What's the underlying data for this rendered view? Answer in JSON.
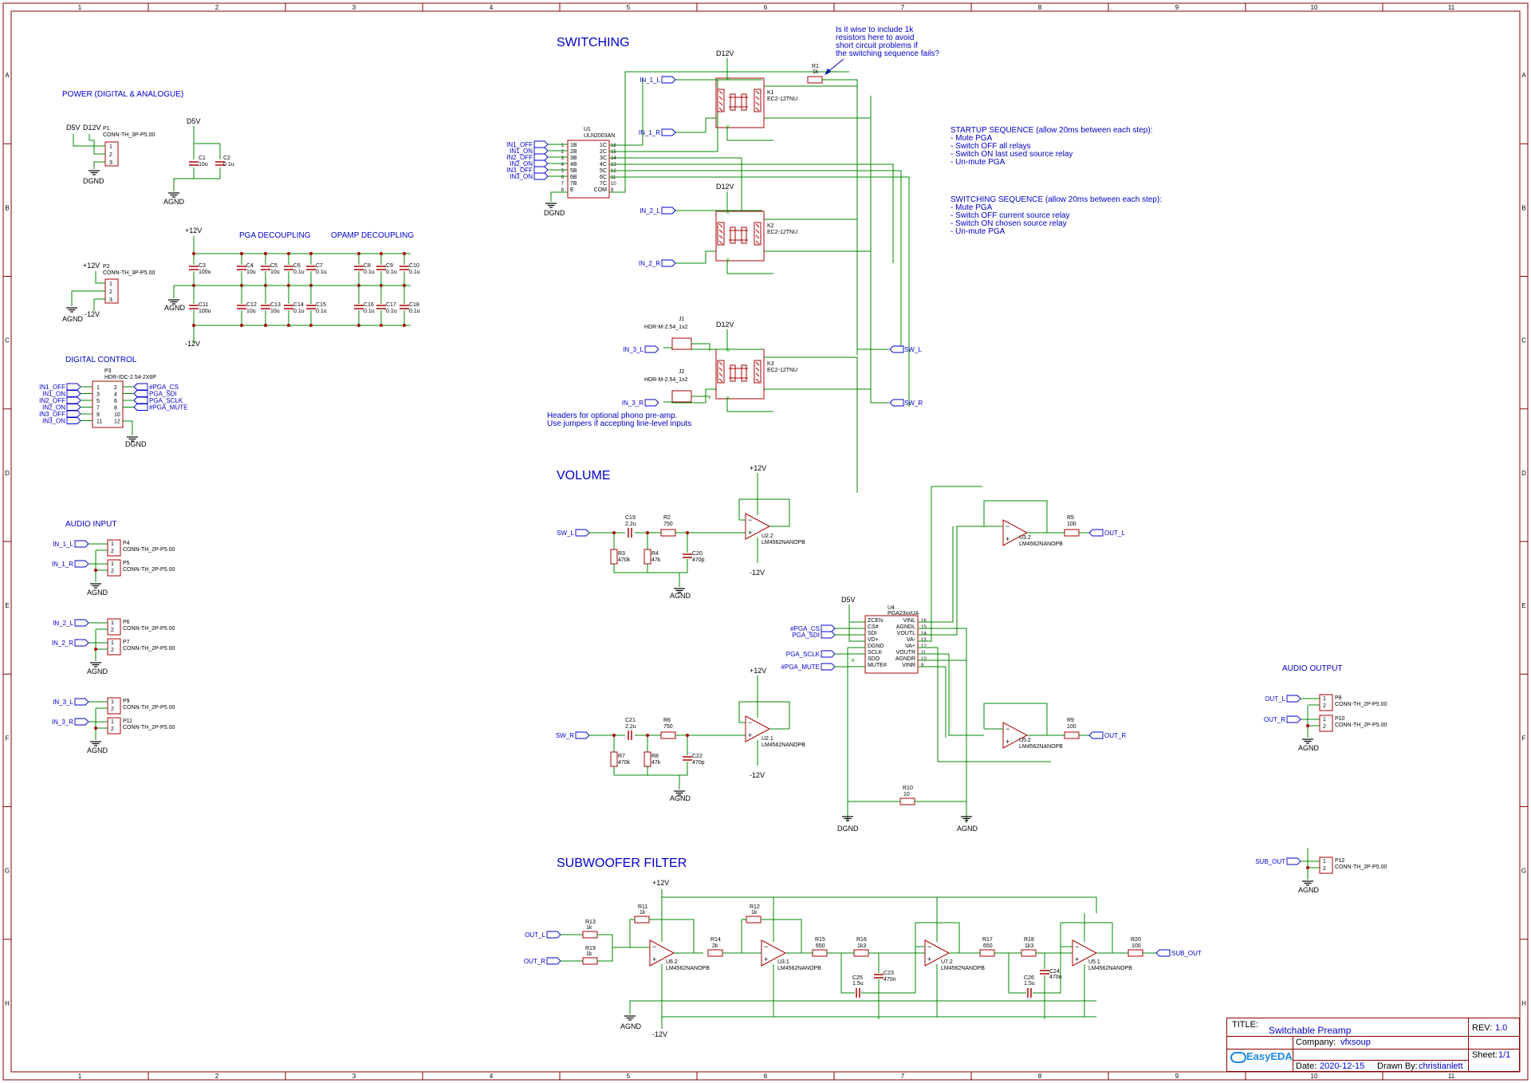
{
  "frame": {
    "columns": [
      "1",
      "2",
      "3",
      "4",
      "5",
      "6",
      "7",
      "8",
      "9",
      "10",
      "11"
    ],
    "rows": [
      "A",
      "B",
      "C",
      "D",
      "E",
      "F",
      "G",
      "H"
    ]
  },
  "colors": {
    "frame": "#8b0000",
    "wire": "#008800",
    "heading": "#0000cc",
    "label": "#0000cc",
    "part": "#aa0000",
    "ground": "#000000"
  },
  "sections": {
    "switching": "SWITCHING",
    "power": "POWER (DIGITAL & ANALOGUE)",
    "pga_decoupling": "PGA DECOUPLING",
    "opamp_decoupling": "OPAMP DECOUPLING",
    "digital_control": "DIGITAL CONTROL",
    "audio_input": "AUDIO INPUT",
    "volume": "VOLUME",
    "subwoofer_filter": "SUBWOOFER FILTER",
    "audio_output": "AUDIO OUTPUT"
  },
  "notes": {
    "question": [
      "Is it wise to include 1k",
      "resistors here to avoid",
      "short circuit problems if",
      "the switching sequence fails?"
    ],
    "startup": [
      "STARTUP SEQUENCE (allow 20ms between each step):",
      "- Mute PGA",
      "- Switch OFF all relays",
      "- Switch ON last used source relay",
      "- Un-mute PGA"
    ],
    "switching_seq": [
      "SWITCHING SEQUENCE (allow 20ms between each step):",
      "- Mute PGA",
      "- Switch OFF current source relay",
      "- Switch ON chosen source relay",
      "- Un-mute PGA"
    ],
    "headers": [
      "Headers for optional phono pre-amp.",
      "Use jumpers if accepting line-level inputs"
    ]
  },
  "power_nets": {
    "d12v": "D12V",
    "d5v": "D5V",
    "p12v": "+12V",
    "m12v": "-12V",
    "dgnd": "DGND",
    "agnd": "AGND"
  },
  "net_labels": {
    "in1l": "IN_1_L",
    "in1r": "IN_1_R",
    "in2l": "IN_2_L",
    "in2r": "IN_2_R",
    "in3l": "IN_3_L",
    "in3r": "IN_3_R",
    "in1off": "IN1_OFF",
    "in1on": "IN1_ON",
    "in2off": "IN2_OFF",
    "in2on": "IN2_ON",
    "in3off": "IN3_OFF",
    "in3on": "IN3_ON",
    "swl": "SW_L",
    "swr": "SW_R",
    "pgacs": "#PGA_CS",
    "pgasdi": "PGA_SDI",
    "pgasclk": "PGA_SCLK",
    "pgamute": "#PGA_MUTE",
    "outl": "OUT_L",
    "outr": "OUT_R",
    "subout": "SUB_OUT"
  },
  "connectors": {
    "p1": {
      "ref": "P1",
      "value": "CONN-TH_3P-P5.00"
    },
    "p2": {
      "ref": "P2",
      "value": "CONN-TH_3P-P5.00"
    },
    "p3": {
      "ref": "P3",
      "value": "HDR-IDC-2.54-2X6P"
    },
    "p4": {
      "ref": "P4",
      "value": "CONN-TH_2P-P5.00"
    },
    "p5": {
      "ref": "P5",
      "value": "CONN-TH_2P-P5.00"
    },
    "p6": {
      "ref": "P6",
      "value": "CONN-TH_2P-P5.00"
    },
    "p7": {
      "ref": "P7",
      "value": "CONN-TH_2P-P5.00"
    },
    "p9": {
      "ref": "P9",
      "value": "CONN-TH_2P-P5.00"
    },
    "p11": {
      "ref": "P11",
      "value": "CONN-TH_2P-P5.00"
    },
    "p8": {
      "ref": "P8",
      "value": "CONN-TH_2P-P5.00"
    },
    "p10": {
      "ref": "P10",
      "value": "CONN-TH_2P-P5.00"
    },
    "p12": {
      "ref": "P12",
      "value": "CONN-TH_2P-P5.00"
    },
    "j1": {
      "ref": "J1",
      "value": "HDR-M-2.54_1x2"
    },
    "j2": {
      "ref": "J2",
      "value": "HDR-M-2.54_1x2"
    }
  },
  "ics": {
    "u1": {
      "ref": "U1",
      "value": "ULN2003AN",
      "left_pins": [
        "1B",
        "2B",
        "3B",
        "4B",
        "5B",
        "6B",
        "7B",
        "E"
      ],
      "right_pins": [
        "1C",
        "2C",
        "3C",
        "4C",
        "5C",
        "6C",
        "7C",
        "COM"
      ],
      "left_nums": [
        "1",
        "2",
        "3",
        "4",
        "5",
        "6",
        "7",
        "8"
      ],
      "right_nums": [
        "16",
        "15",
        "14",
        "13",
        "12",
        "11",
        "10",
        "9"
      ]
    },
    "u4": {
      "ref": "U4",
      "value": "PGA23xxUA",
      "left_pins": [
        "ZCEN",
        "CS#",
        "SDI",
        "VD+",
        "DGND",
        "SCLK",
        "SDO",
        "MUTE#"
      ],
      "right_pins": [
        "VINL",
        "AGNDL",
        "VOUTL",
        "VA-",
        "VA+",
        "VOUTR",
        "AGNDR",
        "VINR"
      ],
      "left_nums": [
        "1",
        "2",
        "3",
        "4",
        "5",
        "6",
        "7",
        "8"
      ],
      "right_nums": [
        "16",
        "15",
        "14",
        "13",
        "12",
        "11",
        "10",
        "9"
      ]
    },
    "k1": {
      "ref": "K1",
      "value": "EC2-12TNU"
    },
    "k2": {
      "ref": "K2",
      "value": "EC2-12TNU"
    },
    "k3": {
      "ref": "K3",
      "value": "EC2-12TNU"
    }
  },
  "opamps": {
    "u22": {
      "ref": "U2.2",
      "value": "LM4562NANOPB"
    },
    "u32": {
      "ref": "U3.2",
      "value": "LM4562NANOPB"
    },
    "u21": {
      "ref": "U2.1",
      "value": "LM4562NANOPB"
    },
    "u52": {
      "ref": "U5.2",
      "value": "LM4562NANOPB"
    },
    "u62": {
      "ref": "U6.2",
      "value": "LM4562NANOPB"
    },
    "u31": {
      "ref": "U3.1",
      "value": "LM4562NANOPB"
    },
    "u72": {
      "ref": "U7.2",
      "value": "LM4562NANOPB"
    },
    "u51": {
      "ref": "U5.1",
      "value": "LM4562NANOPB"
    }
  },
  "passives": {
    "r1": {
      "ref": "R1",
      "value": "1k"
    },
    "c1": {
      "ref": "C1",
      "value": "10u"
    },
    "c2": {
      "ref": "C2",
      "value": "0.1u"
    },
    "c3": {
      "ref": "C3",
      "value": "100u"
    },
    "c4": {
      "ref": "C4",
      "value": "10u"
    },
    "c5": {
      "ref": "C5",
      "value": "10u"
    },
    "c6": {
      "ref": "C6",
      "value": "0.1u"
    },
    "c7": {
      "ref": "C7",
      "value": "0.1u"
    },
    "c8": {
      "ref": "C8",
      "value": "0.1u"
    },
    "c9": {
      "ref": "C9",
      "value": "0.1u"
    },
    "c10": {
      "ref": "C10",
      "value": "0.1u"
    },
    "c11": {
      "ref": "C11",
      "value": "100u"
    },
    "c12": {
      "ref": "C12",
      "value": "10u"
    },
    "c13": {
      "ref": "C13",
      "value": "10u"
    },
    "c14": {
      "ref": "C14",
      "value": "0.1u"
    },
    "c15": {
      "ref": "C15",
      "value": "0.1u"
    },
    "c16": {
      "ref": "C16",
      "value": "0.1u"
    },
    "c17": {
      "ref": "C17",
      "value": "0.1u"
    },
    "c18": {
      "ref": "C18",
      "value": "0.1u"
    },
    "c19": {
      "ref": "C19",
      "value": "2.2u"
    },
    "r2": {
      "ref": "R2",
      "value": "750"
    },
    "r3": {
      "ref": "R3",
      "value": "470k"
    },
    "r4": {
      "ref": "R4",
      "value": "47k"
    },
    "c20": {
      "ref": "C20",
      "value": "470p"
    },
    "r5": {
      "ref": "R5",
      "value": "100"
    },
    "c21": {
      "ref": "C21",
      "value": "2.2u"
    },
    "r6": {
      "ref": "R6",
      "value": "750"
    },
    "r7": {
      "ref": "R7",
      "value": "470k"
    },
    "r8": {
      "ref": "R8",
      "value": "47k"
    },
    "c22": {
      "ref": "C22",
      "value": "470p"
    },
    "r9": {
      "ref": "R9",
      "value": "100"
    },
    "r10": {
      "ref": "R10",
      "value": "10"
    },
    "r11": {
      "ref": "R11",
      "value": "1k"
    },
    "r12": {
      "ref": "R12",
      "value": "1k"
    },
    "r13": {
      "ref": "R13",
      "value": "1k"
    },
    "r19": {
      "ref": "R19",
      "value": "1k"
    },
    "r14": {
      "ref": "R14",
      "value": "2k"
    },
    "r15": {
      "ref": "R15",
      "value": "650"
    },
    "r16": {
      "ref": "R16",
      "value": "1k3"
    },
    "c23": {
      "ref": "C23",
      "value": "470n"
    },
    "c25": {
      "ref": "C25",
      "value": "1.5u"
    },
    "r17": {
      "ref": "R17",
      "value": "650"
    },
    "r18": {
      "ref": "R18",
      "value": "1k3"
    },
    "c24": {
      "ref": "C24",
      "value": "470n"
    },
    "c26": {
      "ref": "C26",
      "value": "1.5u"
    },
    "r20": {
      "ref": "R20",
      "value": "100"
    }
  },
  "title_block": {
    "title_label": "TITLE:",
    "title": "Switchable Preamp",
    "rev_label": "REV:",
    "rev": "1.0",
    "company_label": "Company:",
    "company": "vfxsoup",
    "sheet_label": "Sheet:",
    "sheet": "1/1",
    "date_label": "Date:",
    "date": "2020-12-15",
    "drawn_label": "Drawn By:",
    "drawn_by": "christianlett",
    "logo_text": "EasyEDA"
  }
}
